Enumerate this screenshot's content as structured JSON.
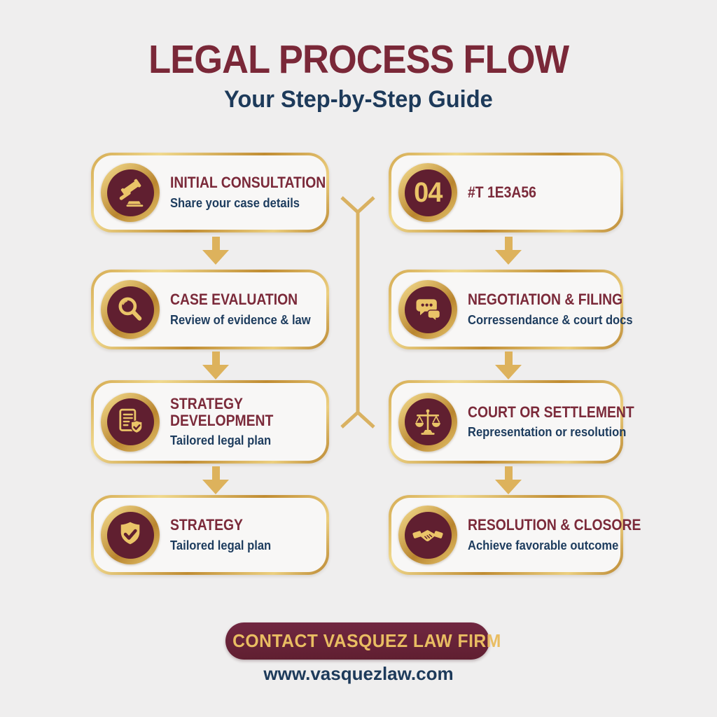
{
  "colors": {
    "background": "#efeeee",
    "maroon_title": "#7a2838",
    "maroon_deep": "#601f30",
    "navy": "#1d3a5a",
    "gold_arrow": "#ddb25c",
    "gold_border_light": "#f0d98e",
    "gold_border_dark": "#b9852f",
    "icon_gold": "#eac468",
    "button_maroon": "#662138",
    "button_text_gold": "#e9bd62",
    "card_background": "#f8f7f6"
  },
  "header": {
    "title": "LEGAL PROCESS FLOW",
    "subtitle": "Your Step-by-Step Guide"
  },
  "steps": {
    "left": [
      {
        "icon": "gavel-icon",
        "title": "INITIAL CONSULTATION",
        "subtitle": "Share your case details"
      },
      {
        "icon": "magnifier-icon",
        "title": "CASE EVALUATION",
        "subtitle": "Review of evidence & law"
      },
      {
        "icon": "document-shield-icon",
        "title": "STRATEGY DEVELOPMENT",
        "subtitle": "Tailored legal plan"
      },
      {
        "icon": "shield-check-icon",
        "title": "STRATEGY",
        "subtitle": "Tailored legal plan"
      }
    ],
    "right": [
      {
        "icon": "number-badge",
        "badge_number": "04",
        "title": "#T 1E3A56"
      },
      {
        "icon": "chat-bubbles-icon",
        "title": "NEGOTIATION & FILING",
        "subtitle": "Corressendance & court docs"
      },
      {
        "icon": "scales-icon",
        "title": "COURT OR SETTLEMENT",
        "subtitle": "Representation or resolution"
      },
      {
        "icon": "handshake-icon",
        "title": "RESOLUTION & CLOSORE",
        "subtitle": "Achieve favorable outcome"
      }
    ]
  },
  "footer": {
    "button_label": "CONTACT VASQUEZ LAW FIRM",
    "website": "www.vasquezlaw.com"
  }
}
